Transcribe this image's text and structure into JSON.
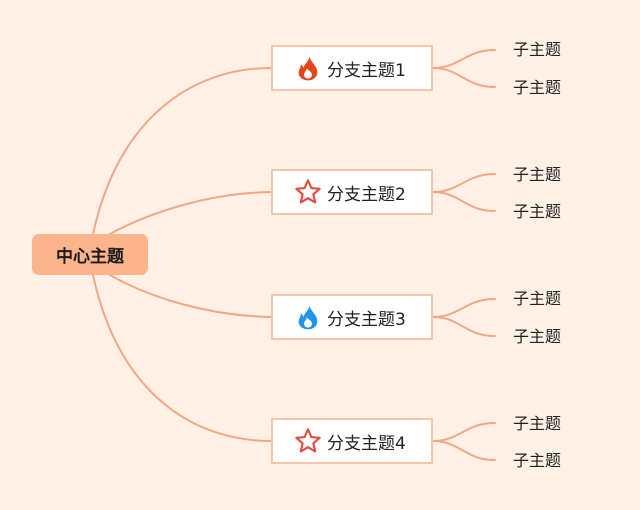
{
  "central": {
    "label": "中心主题"
  },
  "branches": [
    {
      "label": "分支主题1",
      "icon": "fire-icon",
      "icon_color": "#e8431b",
      "children": [
        "子主题",
        "子主题"
      ]
    },
    {
      "label": "分支主题2",
      "icon": "star-icon",
      "icon_color": "#e5483f",
      "children": [
        "子主题",
        "子主题"
      ]
    },
    {
      "label": "分支主题3",
      "icon": "fire-icon",
      "icon_color": "#2196e8",
      "children": [
        "子主题",
        "子主题"
      ]
    },
    {
      "label": "分支主题4",
      "icon": "star-icon",
      "icon_color": "#e5483f",
      "children": [
        "子主题",
        "子主题"
      ]
    }
  ],
  "colors": {
    "background": "#fff1e6",
    "connector": "#f4a584",
    "central_fill": "#fcb48d",
    "branch_border": "#f7c4a8"
  }
}
